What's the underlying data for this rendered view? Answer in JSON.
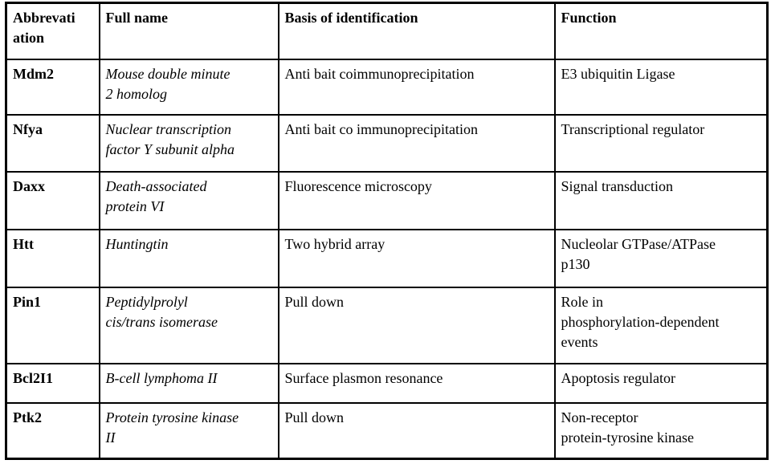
{
  "colors": {
    "background": "#ffffff",
    "border": "#000000",
    "text": "#000000"
  },
  "table": {
    "columns": [
      {
        "key": "abbreviation",
        "label": "Abbrevati\nation"
      },
      {
        "key": "full_name",
        "label": "Full name"
      },
      {
        "key": "basis",
        "label": "Basis of identification"
      },
      {
        "key": "function",
        "label": "Function"
      }
    ],
    "rows": [
      {
        "abbreviation": "Mdm2",
        "full_name": "Mouse double minute\n2 homolog",
        "basis": "Anti bait coimmunoprecipitation",
        "function": "E3 ubiquitin Ligase"
      },
      {
        "abbreviation": "Nfya",
        "full_name": "Nuclear transcription\nfactor Y subunit alpha",
        "basis": "Anti bait co immunoprecipitation",
        "function": "Transcriptional regulator"
      },
      {
        "abbreviation": "Daxx",
        "full_name": "Death-associated\nprotein VI",
        "basis": "Fluorescence microscopy",
        "function": "Signal transduction"
      },
      {
        "abbreviation": "Htt",
        "full_name": "Huntingtin",
        "basis": "Two hybrid array",
        "function": "Nucleolar GTPase/ATPase\np130"
      },
      {
        "abbreviation": "Pin1",
        "full_name": "Peptidylprolyl\ncis/trans isomerase",
        "basis": "Pull down",
        "function": "Role in\nphosphorylation-dependent\nevents"
      },
      {
        "abbreviation": "Bcl2I1",
        "full_name": "B-cell lymphoma II",
        "basis": "Surface plasmon resonance",
        "function": "Apoptosis regulator"
      },
      {
        "abbreviation": "Ptk2",
        "full_name": "Protein tyrosine kinase\nII",
        "basis": "Pull down",
        "function": "Non-receptor\nprotein-tyrosine kinase"
      }
    ]
  }
}
